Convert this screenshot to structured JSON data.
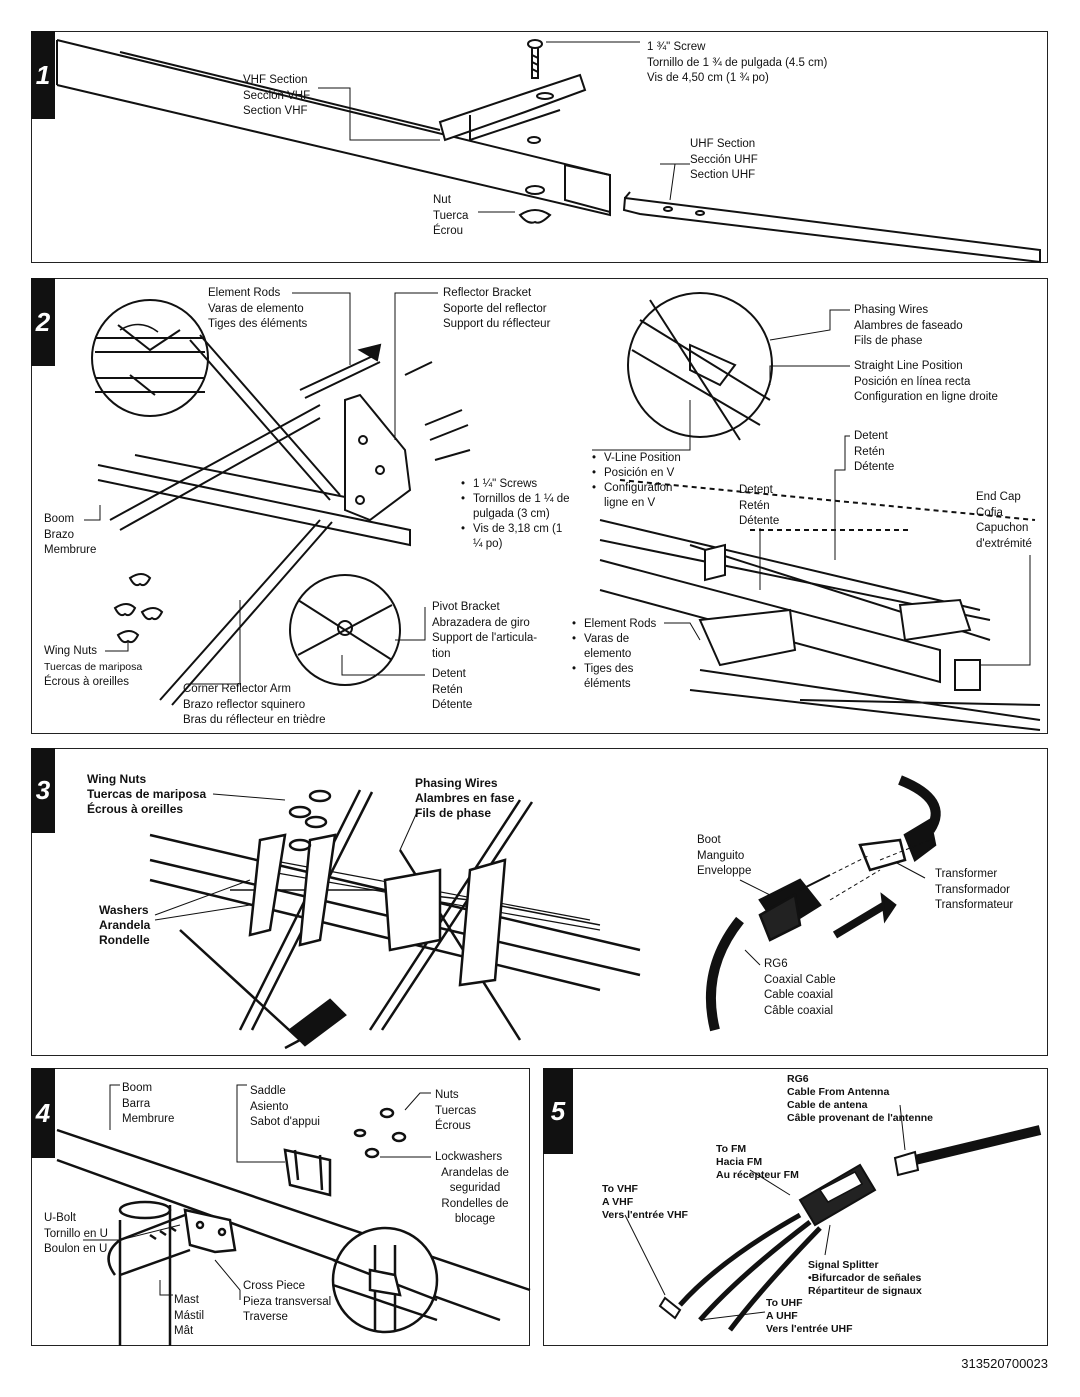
{
  "doc_number": "313520700023",
  "steps": {
    "s1": {
      "num": "1",
      "screw": [
        "1 ¾\" Screw",
        "Tornillo de 1 ¾ de pulgada (4.5 cm)",
        "Vis de 4,50 cm (1 ¾ po)"
      ],
      "vhf": [
        "VHF Section",
        "Sección VHF",
        "Section VHF"
      ],
      "uhf": [
        "UHF Section",
        "Sección UHF",
        "Section UHF"
      ],
      "nut": [
        "Nut",
        "Tuerca",
        "Écrou"
      ]
    },
    "s2": {
      "num": "2",
      "element_rods": [
        "Element Rods",
        "Varas de elemento",
        "Tiges des éléments"
      ],
      "reflector_bracket": [
        "Reflector Bracket",
        "Soporte del reflector",
        "Support du réflecteur"
      ],
      "screws": [
        "1 ¼\" Screws",
        "Tornillos de 1 ¼ de pulgada (3 cm)",
        "Vis de 3,18 cm (1 ¼ po)"
      ],
      "boom": [
        "Boom",
        "Brazo",
        "Membrure"
      ],
      "wing_nuts": [
        "Wing Nuts",
        "Tuercas de mariposa",
        "Écrous à oreilles"
      ],
      "corner_arm": [
        "Corner Reflector Arm",
        "Brazo reflector squinero",
        "Bras du réflecteur en trièdre"
      ],
      "pivot": [
        "Pivot Bracket",
        "Abrazadera de giro",
        "Support de l'articula- tion"
      ],
      "detent_a": [
        "Detent",
        "Retén",
        "Détente"
      ],
      "phasing": [
        "Phasing Wires",
        "Alambres de faseado",
        "Fils de phase"
      ],
      "straight": [
        "Straight Line Position",
        "Posición en línea recta",
        "Configuration en ligne droite"
      ],
      "detent_b": [
        "Detent",
        "Retén",
        "Détente"
      ],
      "vline": [
        "V-Line Position",
        "Posición en V",
        "Configuration ligne en V"
      ],
      "detent_c": [
        "Detent",
        "Retén",
        "Détente"
      ],
      "endcap": [
        "End Cap",
        "Cofia",
        "Capuchon d'extrémité"
      ],
      "element_rods_b": [
        "Element Rods",
        "Varas de elemento",
        "Tiges des éléments"
      ]
    },
    "s3": {
      "num": "3",
      "wing_nuts": [
        "Wing Nuts",
        "Tuercas de mariposa",
        "Écrous à oreilles"
      ],
      "phasing": [
        "Phasing Wires",
        "Alambres en fase",
        "Fils de phase"
      ],
      "washers": [
        "Washers",
        "Arandela",
        "Rondelle"
      ],
      "boot": [
        "Boot",
        "Manguito",
        "Enveloppe"
      ],
      "transformer": [
        "Transformer",
        "Transformador",
        "Transformateur"
      ],
      "rg6": [
        "RG6",
        "Coaxial Cable",
        "Cable coaxial",
        "Câble coaxial"
      ]
    },
    "s4": {
      "num": "4",
      "boom": [
        "Boom",
        "Barra",
        "Membrure"
      ],
      "saddle": [
        "Saddle",
        "Asiento",
        "Sabot d'appui"
      ],
      "nuts": [
        "Nuts",
        "Tuercas",
        "Écrous"
      ],
      "lockwashers": [
        "Lockwashers",
        "Arandelas de seguridad",
        "Rondelles de blocage"
      ],
      "ubolt": [
        "U-Bolt",
        "Tornillo en U",
        "Boulon en U"
      ],
      "mast": [
        "Mast",
        "Mástil",
        "Mât"
      ],
      "cross": [
        "Cross Piece",
        "Pieza transversal",
        "Traverse"
      ]
    },
    "s5": {
      "num": "5",
      "cable": [
        "RG6",
        "Cable From Antenna",
        "Cable de antena",
        "Câble provenant de l'antenne"
      ],
      "fm": [
        "To FM",
        "Hacia FM",
        "Au récepteur FM"
      ],
      "vhf": [
        "To VHF",
        "A VHF",
        "Vers l'entrée VHF"
      ],
      "splitter": [
        "Signal Splitter",
        "•Bifurcador de señales",
        "Répartiteur de signaux"
      ],
      "uhf": [
        "To UHF",
        "A UHF",
        "Vers l'entrée UHF"
      ]
    }
  }
}
